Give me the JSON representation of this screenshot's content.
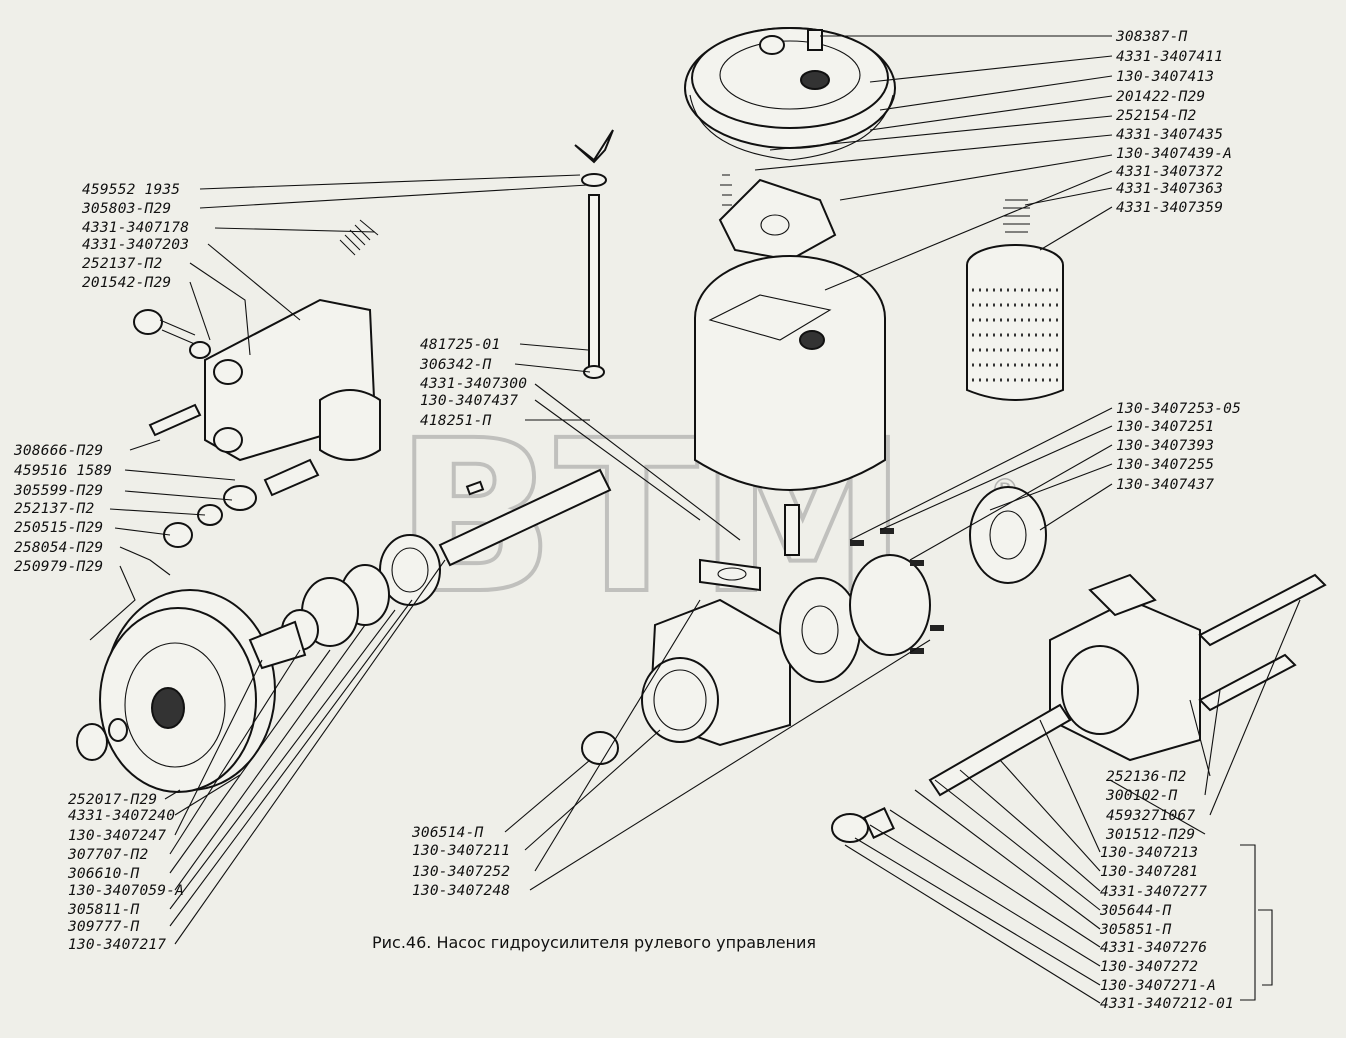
{
  "caption": "Рис.46. Насос гидроусилителя рулевого управления",
  "watermark": {
    "text": "BTM",
    "mark": "®"
  },
  "labels": {
    "right_top": [
      "308387-П",
      "4331-3407411",
      "130-3407413",
      "201422-П29",
      "252154-П2",
      "4331-3407435",
      "130-3407439-А",
      "4331-3407372",
      "4331-3407363",
      "4331-3407359"
    ],
    "left_upper": [
      "459552 1935",
      "305803-П29",
      "4331-3407178",
      "4331-3407203",
      "252137-П2",
      "201542-П29"
    ],
    "center_upper": [
      "481725-01",
      "306342-П",
      "4331-3407300",
      "130-3407437",
      "418251-П"
    ],
    "left_middle": [
      "308666-П29",
      "459516 1589",
      "305599-П29",
      "252137-П2",
      "250515-П29",
      "258054-П29",
      "250979-П29"
    ],
    "right_middle": [
      "130-3407253-05",
      "130-3407251",
      "130-3407393",
      "130-3407255",
      "130-3407437"
    ],
    "left_bottom": [
      "252017-П29",
      "4331-3407240",
      "130-3407247",
      "307707-П2",
      "306610-П",
      "130-3407059-А",
      "305811-П",
      "309777-П",
      "130-3407217"
    ],
    "center_bottom": [
      "306514-П",
      "130-3407211",
      "130-3407252",
      "130-3407248"
    ],
    "right_bottom": [
      "252136-П2",
      "300102-П",
      "4593271067",
      "301512-П29",
      "130-3407213",
      "130-3407281",
      "4331-3407277",
      "305644-П",
      "305851-П",
      "4331-3407276",
      "130-3407272",
      "130-3407271-А",
      "4331-3407212-01"
    ]
  }
}
